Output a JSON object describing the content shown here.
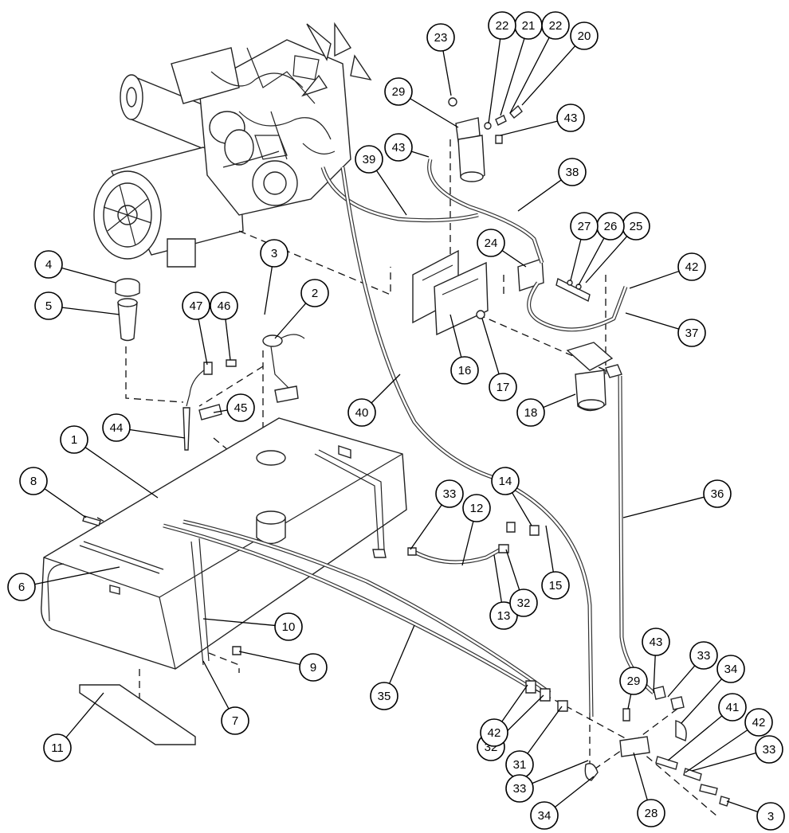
{
  "callouts": [
    {
      "label": "1"
    },
    {
      "label": "2"
    },
    {
      "label": "3"
    },
    {
      "label": "4"
    },
    {
      "label": "5"
    },
    {
      "label": "6"
    },
    {
      "label": "7"
    },
    {
      "label": "8"
    },
    {
      "label": "9"
    },
    {
      "label": "10"
    },
    {
      "label": "11"
    },
    {
      "label": "12"
    },
    {
      "label": "13"
    },
    {
      "label": "14"
    },
    {
      "label": "15"
    },
    {
      "label": "16"
    },
    {
      "label": "17"
    },
    {
      "label": "18"
    },
    {
      "label": "20"
    },
    {
      "label": "21"
    },
    {
      "label": "22"
    },
    {
      "label": "22"
    },
    {
      "label": "23"
    },
    {
      "label": "24"
    },
    {
      "label": "25"
    },
    {
      "label": "26"
    },
    {
      "label": "27"
    },
    {
      "label": "28"
    },
    {
      "label": "29"
    },
    {
      "label": "29"
    },
    {
      "label": "31"
    },
    {
      "label": "32"
    },
    {
      "label": "32"
    },
    {
      "label": "33"
    },
    {
      "label": "33"
    },
    {
      "label": "33"
    },
    {
      "label": "33"
    },
    {
      "label": "34"
    },
    {
      "label": "34"
    },
    {
      "label": "35"
    },
    {
      "label": "36"
    },
    {
      "label": "37"
    },
    {
      "label": "38"
    },
    {
      "label": "39"
    },
    {
      "label": "40"
    },
    {
      "label": "41"
    },
    {
      "label": "42"
    },
    {
      "label": "42"
    },
    {
      "label": "42"
    },
    {
      "label": "43"
    },
    {
      "label": "43"
    },
    {
      "label": "43"
    },
    {
      "label": "44"
    },
    {
      "label": "45"
    },
    {
      "label": "46"
    },
    {
      "label": "47"
    },
    {
      "label": "3"
    }
  ]
}
